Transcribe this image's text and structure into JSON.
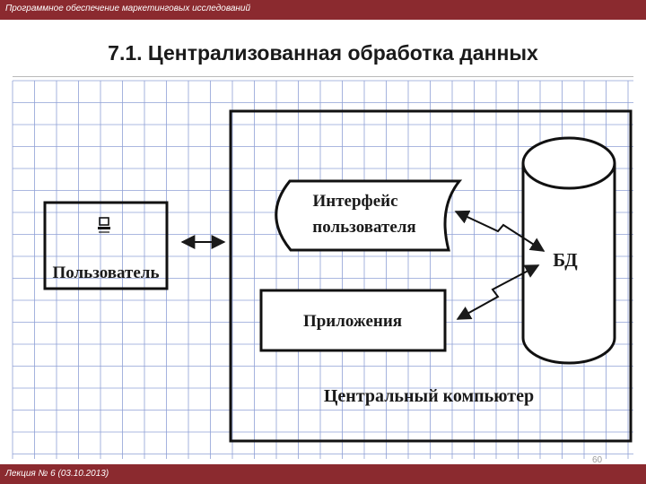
{
  "header": {
    "course_title": "Программное обеспечение маркетинговых исследований"
  },
  "slide": {
    "title": "7.1. Централизованная обработка данных",
    "page_number": "60"
  },
  "diagram": {
    "user_label": "Пользователь",
    "interface_line1": "Интерфейс",
    "interface_line2": "пользователя",
    "application_label": "Приложения",
    "db_label": "БД",
    "central_computer_label": "Центральный компьютер",
    "user_icon": "computer-icon"
  },
  "footer": {
    "lecture": "Лекция № 6 (03.10.2013)"
  },
  "colors": {
    "bar": "#8b2a2f",
    "grid": "#8fa0d6"
  }
}
